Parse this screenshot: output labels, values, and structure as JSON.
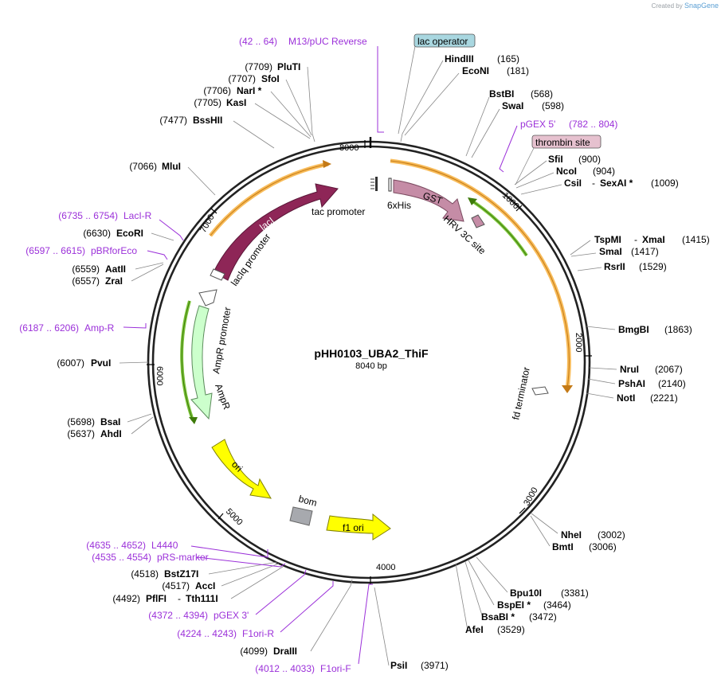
{
  "app": {
    "credit_prefix": "Created by",
    "credit_brand": "SnapGene"
  },
  "plasmid": {
    "name": "pHH0103_UBA2_ThiF",
    "size_label": "8040 bp"
  },
  "ticks": [
    "1000",
    "2000",
    "3000",
    "4000",
    "5000",
    "6000",
    "7000",
    "8000"
  ],
  "colors": {
    "ring": "#222222",
    "primer": "#9b30d9",
    "orf": "#f5a623",
    "green": "#5aa012",
    "lacI": "#8e2657",
    "gst": "#c58ca6",
    "amp": "#ccffcc",
    "ori": "#ffff00",
    "operator_box": "#a9d7e0",
    "thrombin_box": "#e6c1cf",
    "bom": "#a7a9ae"
  },
  "boxed_labels": {
    "lac_operator": "lac operator",
    "thrombin_site": "thrombin site"
  },
  "sites": [
    {
      "name": "PluTI",
      "pos": "(7709)"
    },
    {
      "name": "SfoI",
      "pos": "(7707)"
    },
    {
      "name": "NarI *",
      "pos": "(7706)"
    },
    {
      "name": "KasI",
      "pos": "(7705)"
    },
    {
      "name": "BssHII",
      "pos": "(7477)"
    },
    {
      "name": "MluI",
      "pos": "(7066)"
    },
    {
      "name": "EcoRI",
      "pos": "(6630)"
    },
    {
      "name": "AatII",
      "pos": "(6559)"
    },
    {
      "name": "ZraI",
      "pos": "(6557)"
    },
    {
      "name": "PvuI",
      "pos": "(6007)"
    },
    {
      "name": "BsaI",
      "pos": "(5698)"
    },
    {
      "name": "AhdI",
      "pos": "(5637)"
    },
    {
      "name": "BstZ17I",
      "pos": "(4518)"
    },
    {
      "name": "AccI",
      "pos": "(4517)"
    },
    {
      "name": "PflFI",
      "pos": "(4492)",
      "extra": "-",
      "name2": "Tth111I"
    },
    {
      "name": "DraIII",
      "pos": "(4099)"
    },
    {
      "name": "HindIII",
      "pos": "(165)"
    },
    {
      "name": "EcoNI",
      "pos": "(181)"
    },
    {
      "name": "BstBI",
      "pos": "(568)"
    },
    {
      "name": "SwaI",
      "pos": "(598)"
    },
    {
      "name": "SfiI",
      "pos": "(900)"
    },
    {
      "name": "NcoI",
      "pos": "(904)"
    },
    {
      "name": "CsiI",
      "pos": "(1009)",
      "extra": "-",
      "name2": "SexAI *"
    },
    {
      "name": "TspMI",
      "pos": "(1415)",
      "extra": "-",
      "name2": "XmaI"
    },
    {
      "name": "SmaI",
      "pos": "(1417)"
    },
    {
      "name": "RsrII",
      "pos": "(1529)"
    },
    {
      "name": "BmgBI",
      "pos": "(1863)"
    },
    {
      "name": "NruI",
      "pos": "(2067)"
    },
    {
      "name": "PshAI",
      "pos": "(2140)"
    },
    {
      "name": "NotI",
      "pos": "(2221)"
    },
    {
      "name": "NheI",
      "pos": "(3002)"
    },
    {
      "name": "BmtI",
      "pos": "(3006)"
    },
    {
      "name": "Bpu10I",
      "pos": "(3381)"
    },
    {
      "name": "BspEI *",
      "pos": "(3464)"
    },
    {
      "name": "BsaBI *",
      "pos": "(3472)"
    },
    {
      "name": "AfeI",
      "pos": "(3529)"
    },
    {
      "name": "PsiI",
      "pos": "(3971)"
    }
  ],
  "primers": [
    {
      "range": "(42 .. 64)",
      "name": "M13/pUC Reverse"
    },
    {
      "range": "(782 .. 804)",
      "name": "pGEX 5'"
    },
    {
      "range": "(6735 .. 6754)",
      "name": "LacI-R"
    },
    {
      "range": "(6597 .. 6615)",
      "name": "pBRforEco"
    },
    {
      "range": "(6187 .. 6206)",
      "name": "Amp-R"
    },
    {
      "range": "(4635 .. 4652)",
      "name": "L4440"
    },
    {
      "range": "(4535 .. 4554)",
      "name": "pRS-marker"
    },
    {
      "range": "(4372 .. 4394)",
      "name": "pGEX 3'"
    },
    {
      "range": "(4224 .. 4243)",
      "name": "F1ori-R"
    },
    {
      "range": "(4012 .. 4033)",
      "name": "F1ori-F"
    }
  ],
  "features": {
    "lacI": "lacI",
    "lacIq_promoter": "lacIq promoter",
    "tac_promoter": "tac promoter",
    "6xHis": "6xHis",
    "GST": "GST",
    "HRV_3C_site": "HRV 3C site",
    "AmpR_promoter": "AmpR promoter",
    "AmpR": "AmpR",
    "ori": "ori",
    "bom": "bom",
    "f1_ori": "f1 ori",
    "fd_terminator": "fd terminator"
  }
}
